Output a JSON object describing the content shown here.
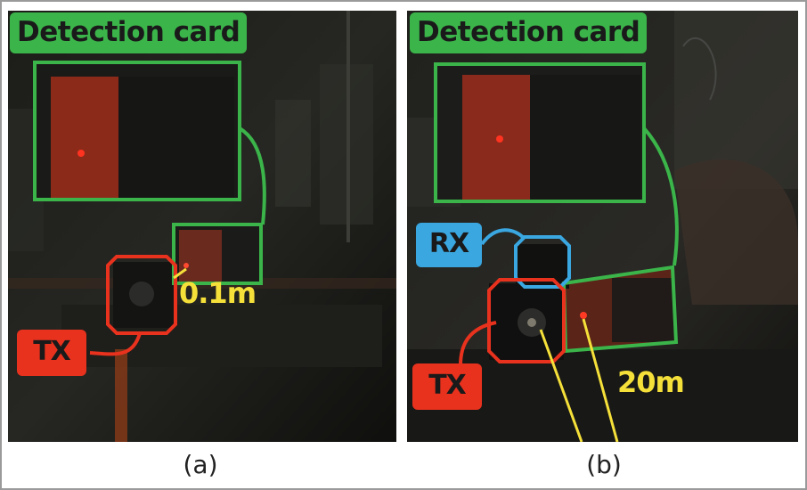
{
  "panel_a": {
    "label_detection": "Detection card",
    "label_tx": "TX",
    "distance": "0.1m",
    "caption": "(a)"
  },
  "panel_b": {
    "label_detection": "Detection card",
    "label_rx": "RX",
    "label_tx": "TX",
    "distance": "20m",
    "caption": "(b)"
  },
  "colors": {
    "green": "#3bb54a",
    "red": "#e8321e",
    "blue": "#3aa7e0",
    "yellow": "#f5e03a"
  }
}
